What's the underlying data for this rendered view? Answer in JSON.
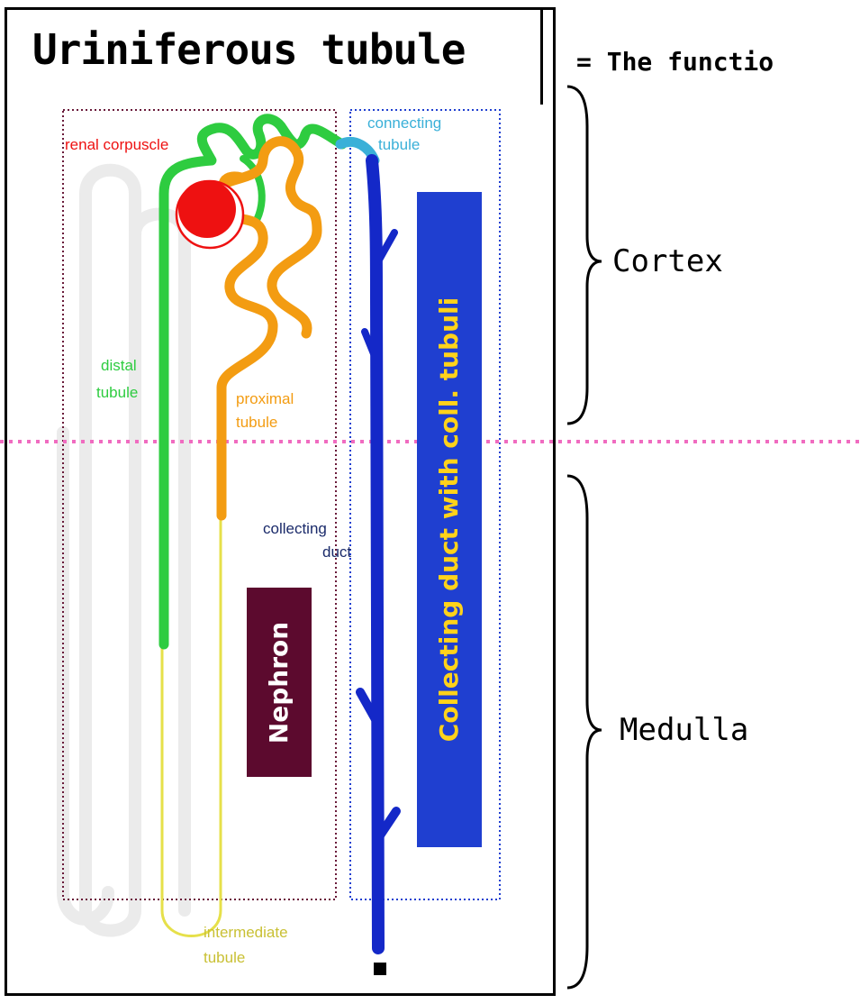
{
  "header": {
    "title": "Uriniferous tubule",
    "subtitle": "= The functio"
  },
  "regions": {
    "cortex": "Cortex",
    "medulla": "Medulla"
  },
  "labels": {
    "renal_corpuscle": "renal corpuscle",
    "connecting_tubule_line1": "connecting",
    "connecting_tubule_line2": "tubule",
    "distal_tubule_line1": "distal",
    "distal_tubule_line2": "tubule",
    "proximal_tubule_line1": "proximal",
    "proximal_tubule_line2": "tubule",
    "collecting_duct_line1": "collecting",
    "collecting_duct_line2": "duct",
    "intermediate_tubule_line1": "intermediate",
    "intermediate_tubule_line2": "tubule",
    "nephron": "Nephron",
    "collecting_system": "Collecting duct with coll. tubuli"
  },
  "colors": {
    "renal_corpuscle": "#ee1111",
    "distal_tubule": "#2ecc40",
    "proximal_tubule": "#f39c12",
    "intermediate_tubule": "#e6e04a",
    "collecting_duct": "#1428c8",
    "connecting_tubule": "#3ab0d8",
    "nephron_box": "#5c0a2e",
    "collecting_box": "#1f3fd0",
    "collecting_box_text": "#ffd21a",
    "boundary_line": "#f06cc0"
  }
}
